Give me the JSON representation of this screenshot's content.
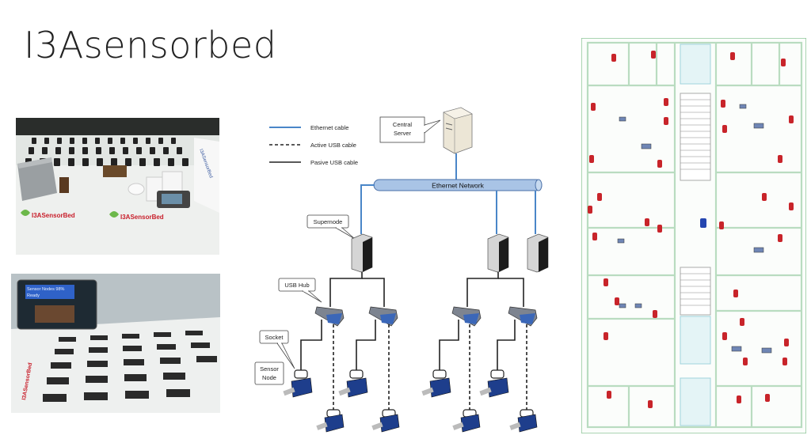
{
  "title": "I3Asensorbed",
  "photo1": {
    "brand_text_1": "I3ASensorBed",
    "brand_text_2": "I3ASensorBed",
    "banner_text": "I3ASensorBed"
  },
  "photo2": {
    "lcd_line1": "Sensor Nodes 98%",
    "lcd_line2": "Ready",
    "side_text": "I3ASensorBed"
  },
  "diagram": {
    "legend": [
      {
        "label": "Ethernet cable",
        "style": "blue"
      },
      {
        "label": "Active USB cable",
        "style": "dashed"
      },
      {
        "label": "Pasive USB cable",
        "style": "solid"
      }
    ],
    "central_server_label_1": "Central",
    "central_server_label_2": "Server",
    "network_label": "Ethernet Network",
    "supernode_label": "Supernode",
    "usb_hub_label": "USB Hub",
    "socket_label": "Socket",
    "sensor_node_label_1": "Sensor",
    "sensor_node_label_2": "Node",
    "colors": {
      "ethernet": "#4a86c8",
      "bus": "#a9c4e6",
      "cable": "#222222"
    }
  },
  "floorplan": {
    "colors": {
      "wall": "#b9dcc0",
      "sensor": "#c8242a",
      "stairs": "#9fd3dc",
      "hub": "#6f86b5"
    }
  }
}
